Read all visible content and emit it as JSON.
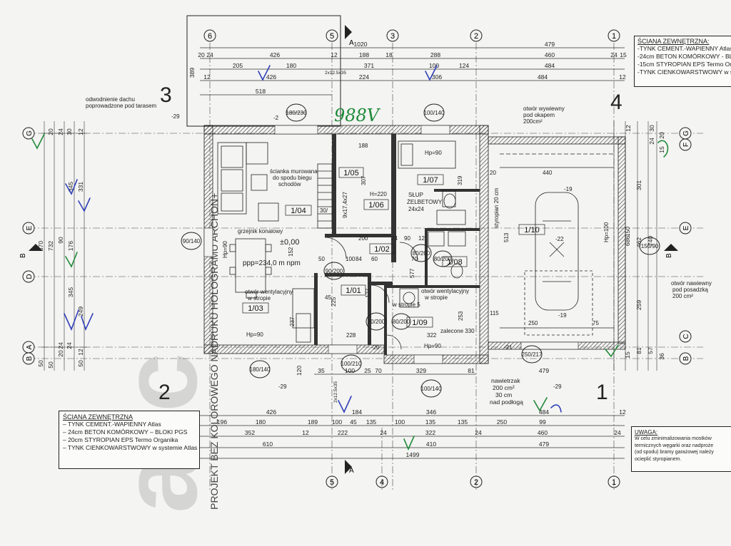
{
  "axes": {
    "top": [
      "6",
      "5",
      "3",
      "2",
      "1"
    ],
    "left": [
      "G",
      "E",
      "D",
      "A",
      "B"
    ],
    "right": [
      "G",
      "F",
      "C",
      "E",
      "B"
    ],
    "bottom": [
      "5",
      "4",
      "2",
      "1"
    ]
  },
  "section_marks": {
    "a": "A",
    "b": "B"
  },
  "dims_top": {
    "row1": [
      "1020",
      "479"
    ],
    "row2": [
      "20",
      "24",
      "426",
      "12",
      "188",
      "18",
      "288",
      "460",
      "24",
      "15"
    ],
    "row3": [
      "205",
      "180",
      "371",
      "100",
      "124",
      "484"
    ],
    "row4": [
      "12",
      "426",
      "224",
      "306",
      "484",
      "12"
    ],
    "misc": [
      "389",
      "518",
      "2x12.5x35"
    ]
  },
  "dims_bottom": {
    "row1": [
      "426",
      "184",
      "346",
      "484",
      "12"
    ],
    "row2": [
      "196",
      "180",
      "189",
      "100",
      "45",
      "135",
      "100",
      "135",
      "135",
      "250",
      "99"
    ],
    "row3": [
      "352",
      "12",
      "222",
      "24",
      "322",
      "24",
      "460",
      "24"
    ],
    "row4": [
      "610",
      "410",
      "479"
    ],
    "row5": [
      "1499"
    ],
    "misc": [
      "35",
      "100",
      "25",
      "70",
      "329",
      "81",
      "120",
      "2x12.5x35",
      "479"
    ]
  },
  "dims_left": [
    "50",
    "20",
    "24",
    "30",
    "12",
    "345",
    "331",
    "870",
    "732",
    "90",
    "176",
    "345",
    "249",
    "50",
    "20",
    "24",
    "24",
    "50",
    "12"
  ],
  "dims_right": [
    "12",
    "30",
    "24",
    "20",
    "15",
    "301",
    "686",
    "740",
    "462",
    "150",
    "259",
    "81",
    "57",
    "36",
    "15"
  ],
  "rooms": [
    {
      "id": "1/01"
    },
    {
      "id": "1/02"
    },
    {
      "id": "1/03"
    },
    {
      "id": "1/04"
    },
    {
      "id": "1/05"
    },
    {
      "id": "1/06"
    },
    {
      "id": "1/07"
    },
    {
      "id": "1/08"
    },
    {
      "id": "1/09"
    },
    {
      "id": "1/10"
    }
  ],
  "openings": [
    "180/230",
    "100/140",
    "90/140",
    "90/200",
    "80/200",
    "80/200",
    "100/210",
    "180/140",
    "100/140",
    "250/217",
    "80/200",
    "80/200",
    "150/90"
  ],
  "labels": {
    "zero": "±0,00",
    "ppp": "ppp=234,0 m npm",
    "hp1": "Hp=90",
    "hp2": "Hp=90",
    "hp3": "Hp=90",
    "hp4": "Hp=90",
    "hp5": "Hp=100",
    "h220": "H=220",
    "stairs": "9x17,4x27",
    "stairs2": "30/",
    "slup1": "SŁUP",
    "slup2": "ŻELBETOWY",
    "slup3": "24x24",
    "scianka1": "ścianka murowana",
    "scianka2": "do spodu biegu",
    "scianka3": "schodów",
    "grzejnik": "grzejnik konalowy",
    "wentyl1_a": "otwór wentylacyjny",
    "wentyl1_b": "w stropie",
    "wentyl2_a": "otwór wentylacyjny",
    "wentyl2_b": "w stropie",
    "wentyl3": "w stropie 5",
    "zalecone": "zalecone 330",
    "styropian": "styropian 20 cm",
    "garage_440": "440",
    "garage_513": "513",
    "garage_250": "250",
    "garage_75": "75",
    "garage_20": "20",
    "lvl_m19a": "-19",
    "lvl_m19b": "-19",
    "lvl_m22": "-22",
    "lvl_m21": "-21",
    "lvl_m29a": "-29",
    "lvl_m29b": "-29",
    "lvl_m29c": "-29",
    "lvl_m2": "-2",
    "lvl_m20": "-20",
    "odwodnienie1": "odwodnienie dachu",
    "odwodnienie2": "poprowadzone pod tarasem",
    "wywiew1": "otwór wywiewny",
    "wywiew2": "pod okapem",
    "wywiew3": "200cm²",
    "nawiew1": "otwór nawiewny",
    "nawiew2": "pod posadzką",
    "nawiew3": "200 cm²",
    "nawietrzak1": "nawietrzak",
    "nawietrzak2": "200 cm²",
    "nawietrzak3": "30 cm",
    "nawietrzak4": "nad podłogą",
    "inner_200": "200",
    "inner_84": "84",
    "inner_60": "60",
    "inner_24": "24",
    "inner_90": "90",
    "inner_12": "12",
    "inner_100": "100",
    "inner_50": "50",
    "inner_127": "127",
    "inner_225": "225",
    "inner_237": "237",
    "inner_228": "228",
    "inner_322": "322",
    "inner_152": "152",
    "inner_188": "188",
    "inner_307": "307",
    "inner_319": "319",
    "inner_577": "577",
    "inner_253": "253",
    "inner_115": "115",
    "inner_70": "70",
    "inner_45": "45"
  },
  "zone_numbers": {
    "z1": "1",
    "z2": "2",
    "z3": "3",
    "z4": "4"
  },
  "watermark_side": "PROJEKT BEZ KOLOROWEGO NADRUKU HOLOGRAMU ARCHON+",
  "watermark_big": "arc",
  "handwritten": {
    "check": "988V"
  },
  "wall_legend_tr": {
    "title": "ŚCIANA ZEWNĘTRZNA:",
    "lines": [
      "-TYNK CEMENT.-WAPIENNY Atlas",
      "-24cm BETON KOMÓRKOWY - BLO",
      "-15cm STYROPIAN EPS Termo Org",
      "-TYNK CIENKOWARSTWOWY w s"
    ]
  },
  "wall_legend_bl": {
    "title": "ŚCIANA ZEWNĘTRZNA",
    "lines": [
      "– TYNK CEMENT.-WAPIENNY Atlas",
      "– 24cm BETON KOMÓRKOWY – BLOKI PGS",
      "– 20cm STYROPIAN EPS Termo Organika",
      "– TYNK CIENKOWARSTWOWY w systemie Atlas"
    ]
  },
  "uwaga": {
    "title": "UWAGA:",
    "lines": [
      "W celu zminimalizowania mostków",
      "termicznych węgarki oraz nadproże",
      "(od spodu) bramy garażowej należy",
      "ocieplić styropianem."
    ]
  },
  "colors": {
    "ink": "#1a1a1a",
    "paper": "#f4f4f2",
    "pen_blue": "#2f3fb8",
    "pen_green": "#1f8a3a",
    "watermark": "#b9b9b9"
  }
}
